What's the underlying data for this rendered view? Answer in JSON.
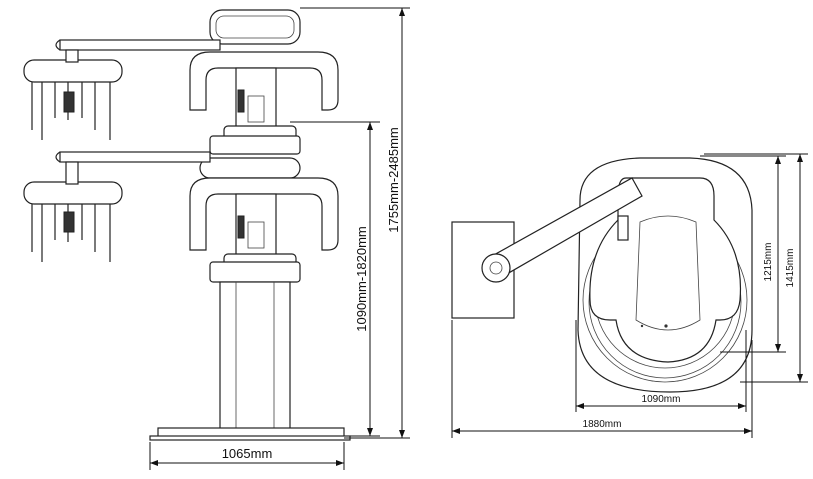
{
  "dimensions": {
    "base_width": "1065mm",
    "adjust_range": "1090mm-1820mm",
    "total_height_range": "1755mm-2485mm",
    "depth_inner": "1215mm",
    "depth_outer": "1415mm",
    "width_inner": "1090mm",
    "width_outer": "1880mm"
  },
  "colors": {
    "line": "#222222",
    "background": "#ffffff"
  }
}
